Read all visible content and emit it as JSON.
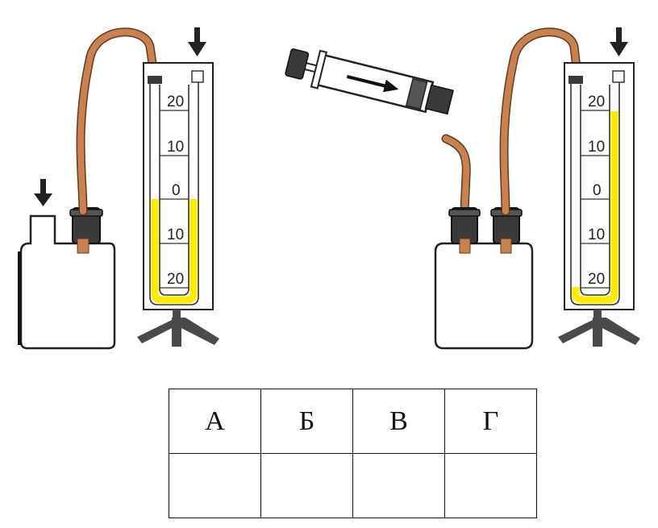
{
  "left_manometer": {
    "scale_labels": [
      "20",
      "10",
      "0",
      "10",
      "20"
    ],
    "liquid_color": "#ffeb00",
    "tube_color": "#c9814f"
  },
  "right_manometer": {
    "scale_labels": [
      "20",
      "10",
      "0",
      "10",
      "20"
    ],
    "liquid_color": "#ffeb00",
    "tube_color": "#c9814f"
  },
  "icons": [
    "down-arrow-icon",
    "syringe-icon",
    "bottle-icon",
    "tripod-stand-icon"
  ],
  "answer_table": {
    "headers": [
      "А",
      "Б",
      "В",
      "Г"
    ],
    "answers": [
      "",
      "",
      "",
      ""
    ]
  }
}
